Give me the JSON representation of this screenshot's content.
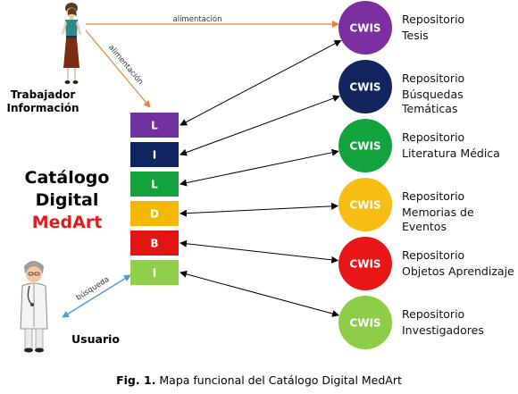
{
  "catalog": {
    "title_lines": [
      "Catálogo",
      "Digital",
      "MedArt"
    ],
    "accent_color": "#e31b1b"
  },
  "blocks": [
    {
      "letter": "L",
      "color": "#7030a0"
    },
    {
      "letter": "I",
      "color": "#0f2460"
    },
    {
      "letter": "L",
      "color": "#14a23c"
    },
    {
      "letter": "D",
      "color": "#f5b800"
    },
    {
      "letter": "B",
      "color": "#e21414"
    },
    {
      "letter": "I",
      "color": "#8fcf4a"
    }
  ],
  "repositories": [
    {
      "badge": "CWIS",
      "line1": "Repositorio",
      "line2": "Tesis",
      "color": "#7b2fa0"
    },
    {
      "badge": "CWIS",
      "line1": "Repositorio",
      "line2": "Búsquedas Temáticas",
      "color": "#12245e"
    },
    {
      "badge": "CWIS",
      "line1": "Repositorio",
      "line2": "Literatura Médica",
      "color": "#13a33d"
    },
    {
      "badge": "CWIS",
      "line1": "Repositorio",
      "line2": "Memorias de Eventos",
      "color": "#f7bd12"
    },
    {
      "badge": "CWIS",
      "line1": "Repositorio",
      "line2": "Objetos Aprendizaje",
      "color": "#e81616"
    },
    {
      "badge": "CWIS",
      "line1": "Repositorio",
      "line2": "Investigadores",
      "color": "#8ccc46"
    }
  ],
  "worker": {
    "line1": "Trabajador",
    "line2": "Información"
  },
  "user": {
    "label": "Usuario"
  },
  "edges": {
    "feed_top": "alimentación",
    "feed_diag": "alimentación",
    "search": "búsqueda",
    "feed_color": "#e8833a",
    "search_color": "#5b9bd5"
  },
  "caption": {
    "prefix": "Fig. 1.",
    "text": " Mapa funcional del Catálogo Digital MedArt"
  }
}
